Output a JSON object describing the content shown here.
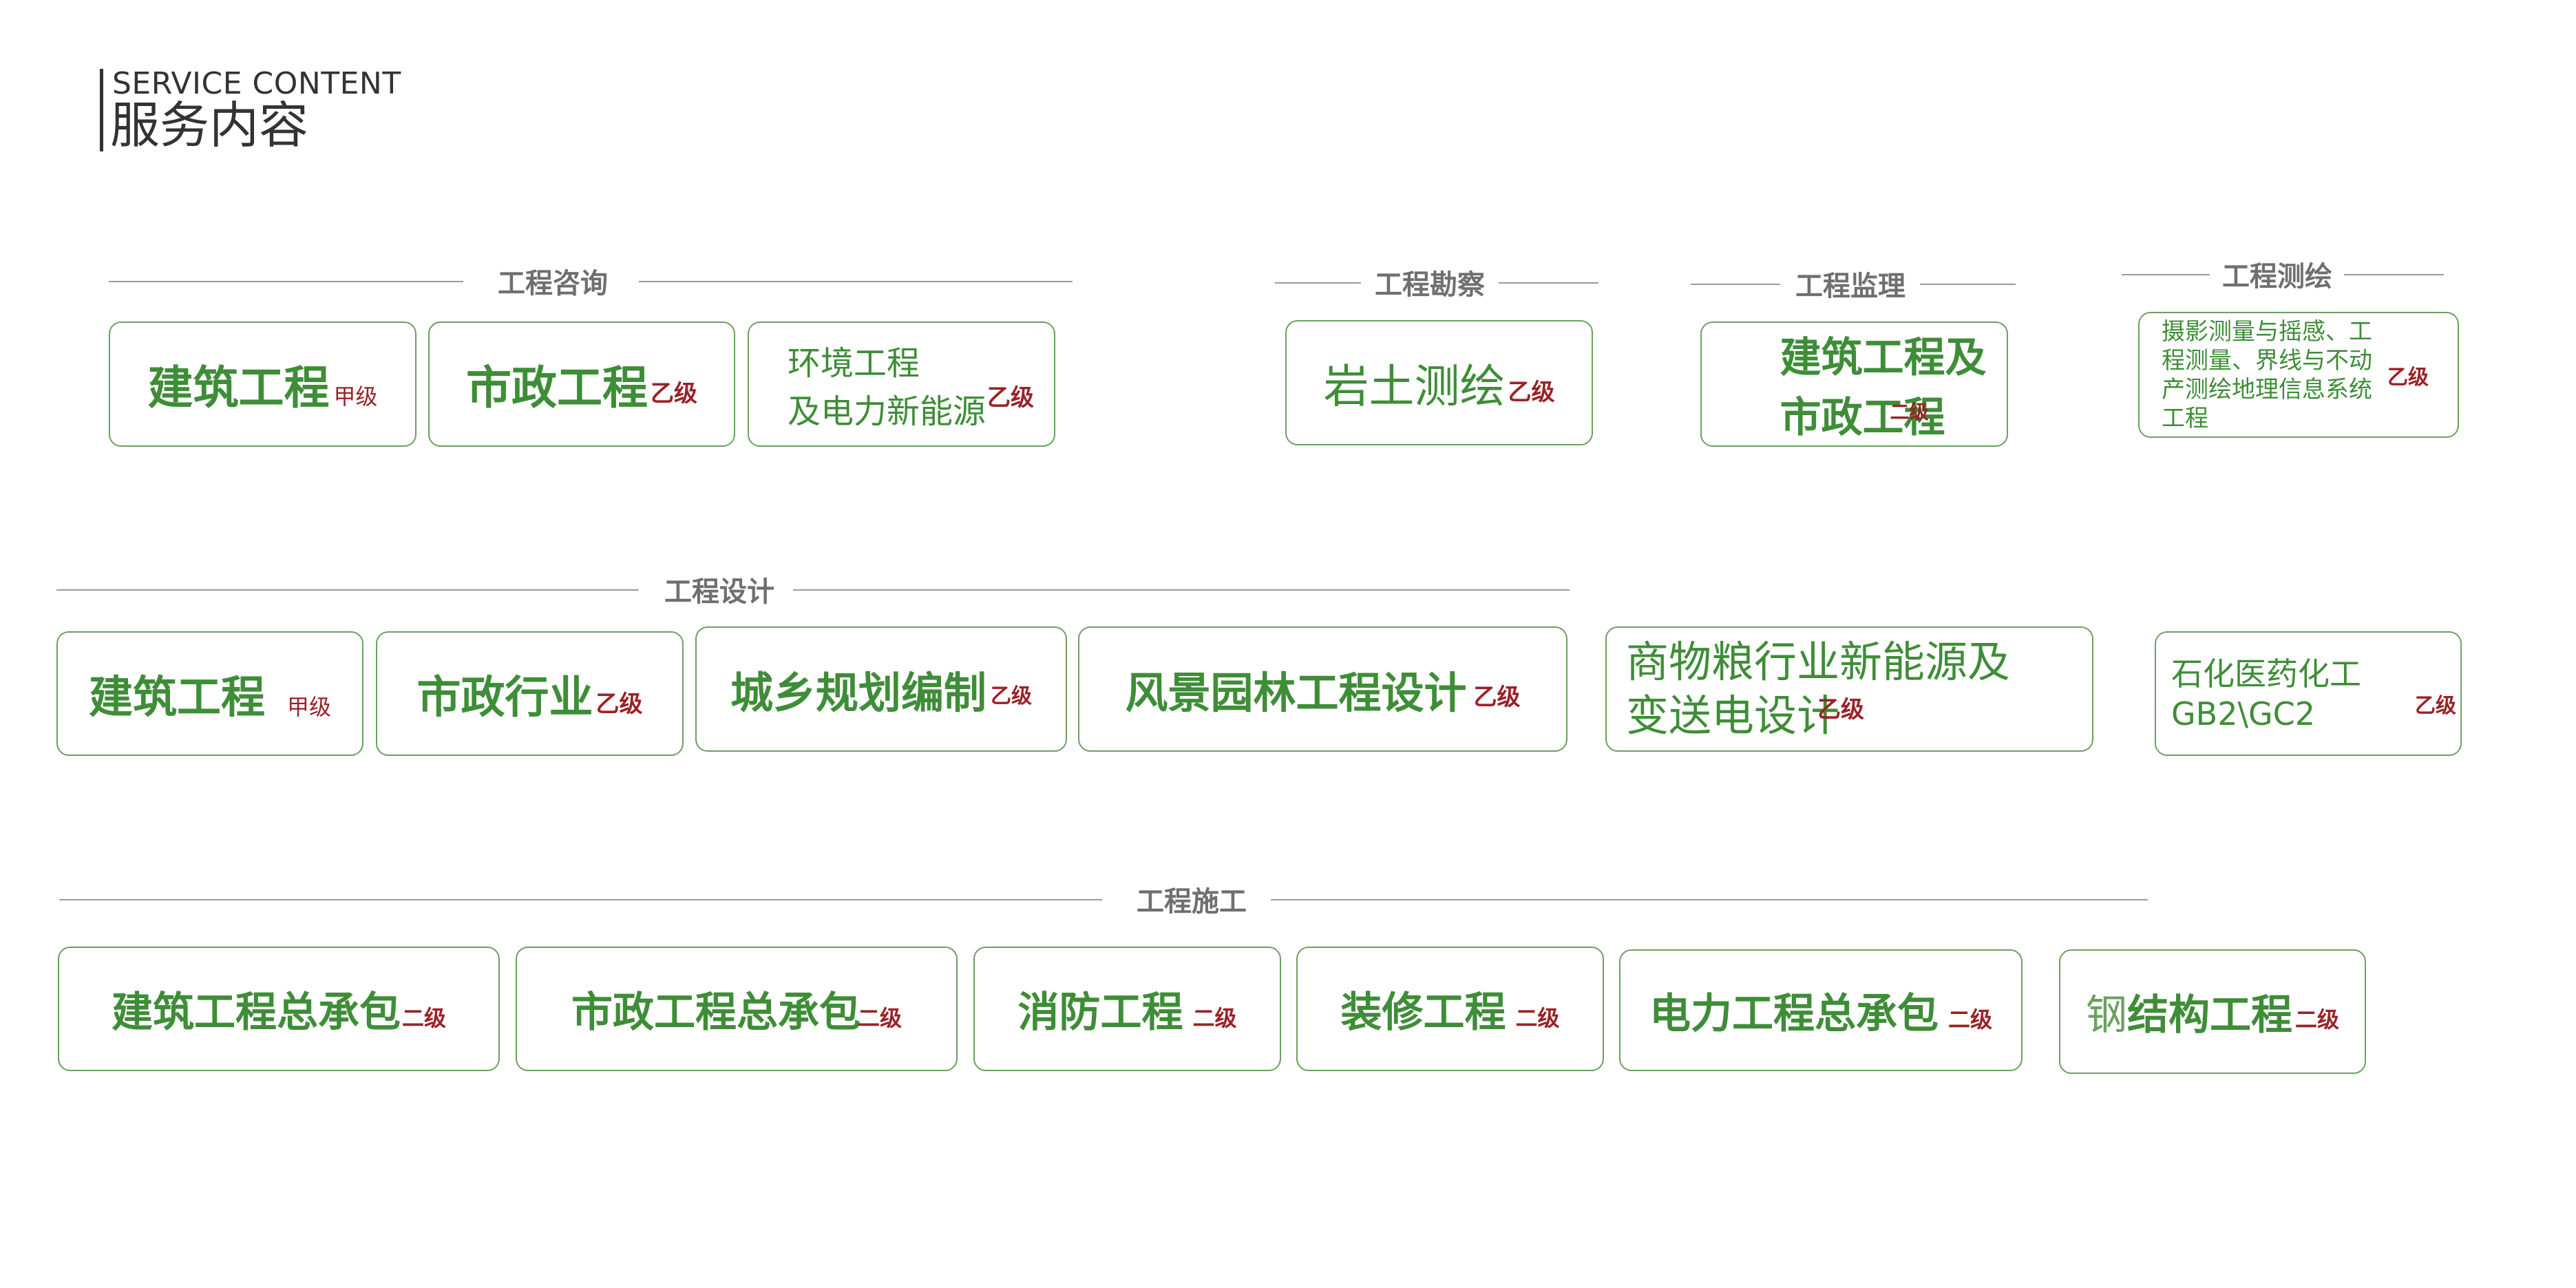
{
  "header": {
    "title_en": "SERVICE CONTENT",
    "title_cn": "服务内容"
  },
  "sections": {
    "consult": "工程咨询",
    "survey": "工程勘察",
    "supervise": "工程监理",
    "mapping": "工程测绘",
    "design": "工程设计",
    "construction": "工程施工"
  },
  "cards": {
    "consult_building": {
      "main": "建筑工程",
      "grade": "甲级"
    },
    "consult_municipal": {
      "main": "市政工程",
      "grade": "乙级"
    },
    "consult_env": {
      "line1": "环境工程",
      "line2": "及电力新能源",
      "grade": "乙级"
    },
    "survey_geo": {
      "main": "岩土测绘",
      "grade": "乙级"
    },
    "supervise_bm": {
      "line1": "建筑工程及",
      "line2": "市政工程",
      "grade": "二级"
    },
    "mapping_photo": {
      "line1": "摄影测量与摇感、工",
      "line2": "程测量、界线与不动",
      "line3": "产测绘地理信息系统",
      "line4": "工程",
      "grade": "乙级"
    },
    "design_building": {
      "main": "建筑工程",
      "grade": "甲级"
    },
    "design_municipal": {
      "main": "市政行业",
      "grade": "乙级"
    },
    "design_urban": {
      "main": "城乡规划编制",
      "grade": "乙级"
    },
    "design_landscape": {
      "main": "风景园林工程设计",
      "grade": "乙级"
    },
    "design_grain": {
      "line1": "商物粮行业新能源及",
      "line2": "变送电设计",
      "grade": "乙级"
    },
    "design_petro": {
      "line1": "石化医药化工",
      "line2": "GB2\\GC2",
      "grade": "乙级"
    },
    "con_building": {
      "main": "建筑工程总承包",
      "grade": "二级"
    },
    "con_municipal": {
      "main": "市政工程总承包",
      "grade": "二级"
    },
    "con_fire": {
      "main": "消防工程",
      "grade": "二级"
    },
    "con_decor": {
      "main": "装修工程",
      "grade": "二级"
    },
    "con_power": {
      "main": "电力工程总承包",
      "grade": "二级"
    },
    "con_steel": {
      "prefix": "钢",
      "main": "结构工程",
      "grade": "二级"
    }
  },
  "colors": {
    "green": "#3e8d37",
    "border": "#6aa060",
    "grade": "#9a2228",
    "heading": "#6f6f6f"
  }
}
